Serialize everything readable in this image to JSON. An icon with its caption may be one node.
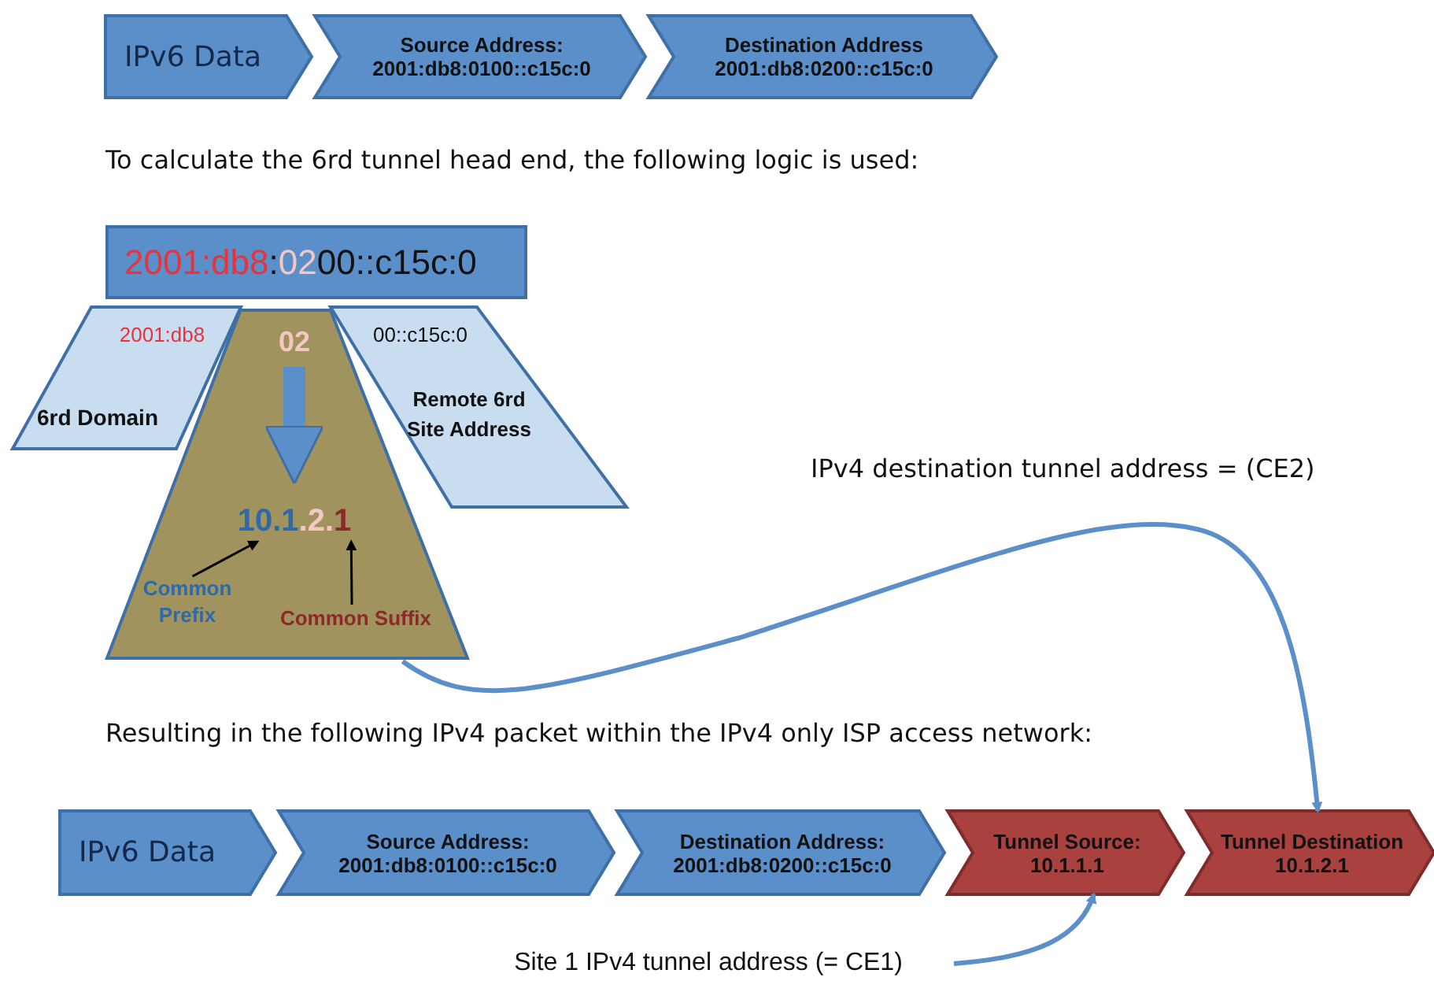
{
  "diagram": {
    "nodes": [
      {
        "text": [
          "IPv6 Data"
        ]
      },
      {
        "text": [
          "Source Address:",
          "2001:db8:0100::c15c:0"
        ]
      },
      {
        "text": [
          "Destination Address",
          "2001:db8:0200::c15c:0"
        ]
      },
      {
        "text": [
          "2001:db8:0200::c15c:0"
        ]
      },
      {
        "text": [
          "2001:db8",
          "6rd Domain"
        ]
      },
      {
        "text": [],
        "shape": "trapezoid"
      },
      {
        "text": [
          "02"
        ],
        "in": 5
      },
      {
        "text": [
          "10.1.2.1"
        ],
        "in": 5
      },
      {
        "text": [
          "Common Prefix"
        ],
        "in": 5
      },
      {
        "text": [
          "Common Suffix"
        ],
        "in": 5
      },
      {
        "text": [
          "00::c15c:0",
          "Remote 6rd Site Address"
        ]
      },
      {
        "text": [
          "IPv6 Data"
        ]
      },
      {
        "text": [
          "Source Address:",
          "2001:db8:0100::c15c:0"
        ]
      },
      {
        "text": [
          "Destination Address:",
          "2001:db8:0200::c15c:0"
        ]
      },
      {
        "text": [
          "Tunnel Source:",
          "10.1.1.1"
        ]
      },
      {
        "text": [
          "Tunnel Destination",
          "10.1.2.1"
        ]
      },
      {
        "text": [
          "Site 1 IPv4 tunnel address (= CE1)"
        ]
      }
    ],
    "edges": [
      {
        "from": 6,
        "to": 7,
        "arrow": "to",
        "style": "thick"
      },
      {
        "from": 8,
        "to": 7,
        "arrow": "to",
        "color": "#000000"
      },
      {
        "from": 9,
        "to": 7,
        "arrow": "to",
        "color": "#000000"
      },
      {
        "from": 5,
        "to": 15,
        "arrow": "to",
        "label": "IPv4 destination tunnel address = (CE2)"
      },
      {
        "from": 16,
        "to": 14,
        "arrow": "to"
      }
    ],
    "labels": [
      "To calculate the 6rd tunnel head end, the following logic is used:",
      "Resulting in the following IPv4 packet within the IPv4 only ISP access network:"
    ]
  }
}
